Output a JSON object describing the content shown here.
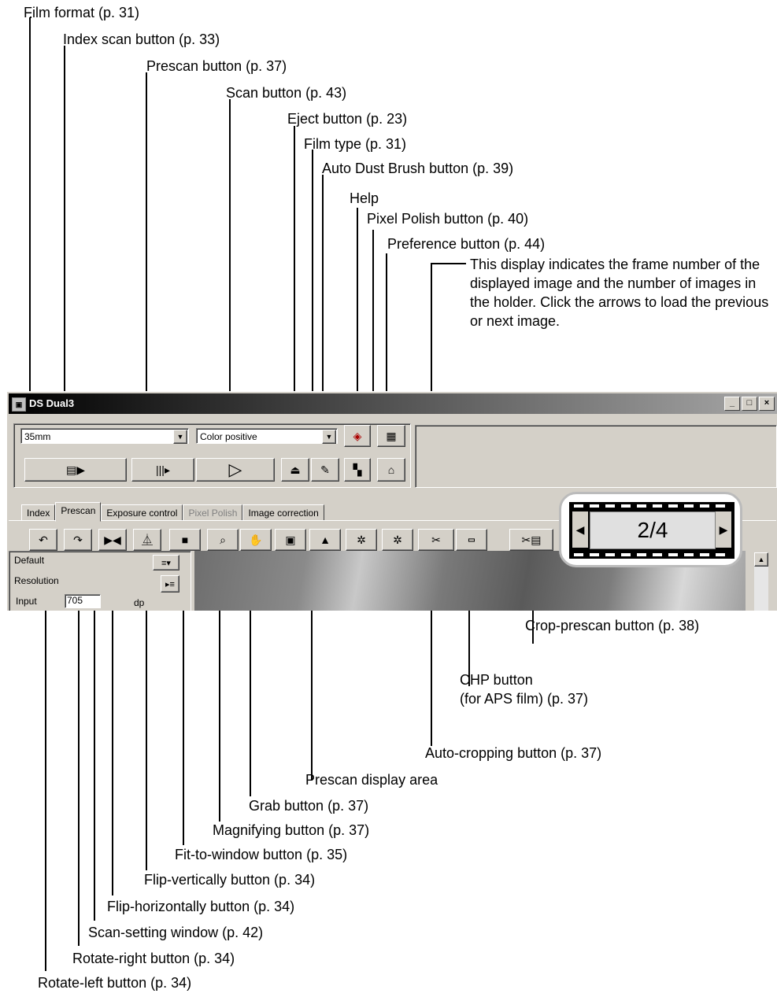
{
  "callouts_top": {
    "film_format": "Film format (p. 31)",
    "index_scan": "Index scan button (p. 33)",
    "prescan": "Prescan button (p. 37)",
    "scan": "Scan button (p. 43)",
    "eject": "Eject button (p. 23)",
    "film_type": "Film type (p. 31)",
    "auto_dust": "Auto Dust Brush button (p. 39)",
    "help": "Help",
    "pixel_polish": "Pixel Polish button (p. 40)",
    "preference": "Preference button (p. 44)"
  },
  "frame_note": "This display indicates the frame number of the displayed image and the number of images in the holder. Click the arrows to load the previous or next image.",
  "callouts_bottom": {
    "crop_prescan": "Crop-prescan button (p. 38)",
    "chp_line1": "CHP button",
    "chp_line2": "(for APS film) (p. 37)",
    "auto_crop": "Auto-cropping button (p. 37)",
    "display_area": "Prescan display area",
    "grab": "Grab button (p. 37)",
    "magnify": "Magnifying button (p. 37)",
    "fit": "Fit-to-window button (p. 35)",
    "flip_v": "Flip-vertically button (p. 34)",
    "flip_h": "Flip-horizontally button (p. 34)",
    "scan_setting": "Scan-setting window (p. 42)",
    "rotate_right": "Rotate-right button (p. 34)",
    "rotate_left": "Rotate-left button (p. 34)"
  },
  "window": {
    "title": "DS Dual3",
    "film_format_value": "35mm",
    "film_type_value": "Color positive",
    "tabs": [
      "Index",
      "Prescan",
      "Exposure control",
      "Pixel Polish",
      "Image correction"
    ],
    "active_tab": "Prescan",
    "settings": {
      "preset": "Default",
      "resolution_label": "Resolution",
      "input_label": "Input",
      "input_value": "705",
      "unit": "dp"
    },
    "frame_counter": "2/4"
  }
}
